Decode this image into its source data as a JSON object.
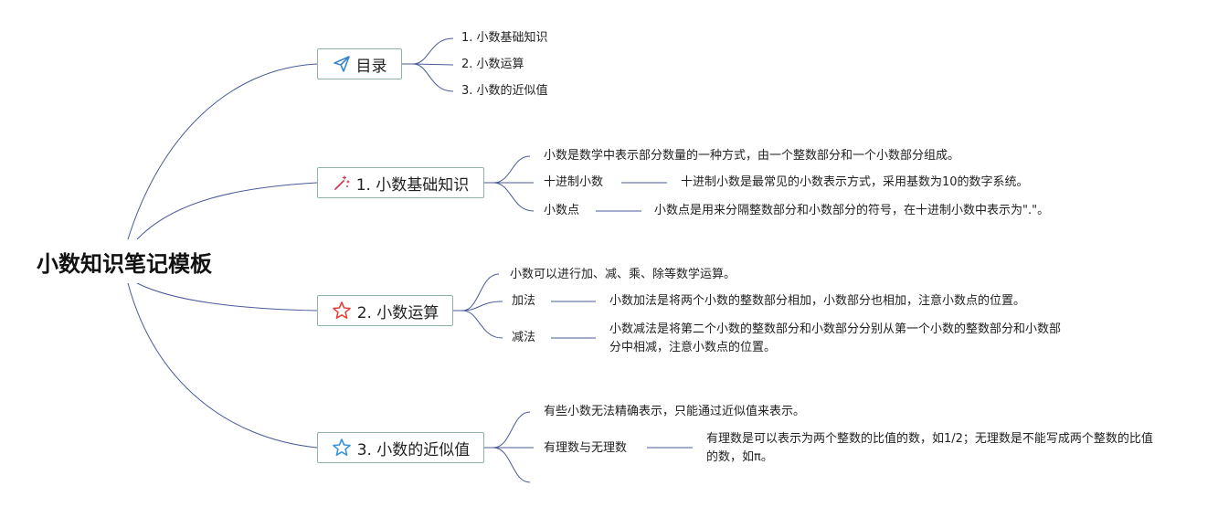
{
  "root": {
    "title": "小数知识笔记模板"
  },
  "branches": [
    {
      "label": "目录",
      "icon": "paper-plane-icon",
      "icon_color": "#3a86c8",
      "items": [
        "1. 小数基础知识",
        "2. 小数运算",
        "3. 小数的近似值"
      ]
    },
    {
      "label": "1. 小数基础知识",
      "icon": "magic-wand-icon",
      "icon_color": "#d23a5a",
      "intro": "小数是数学中表示部分数量的一种方式，由一个整数部分和一个小数部分组成。",
      "topics": [
        {
          "term": "十进制小数",
          "detail": "十进制小数是最常见的小数表示方式，采用基数为10的数字系统。"
        },
        {
          "term": "小数点",
          "detail": "小数点是用来分隔整数部分和小数部分的符号，在十进制小数中表示为\".\"。"
        }
      ]
    },
    {
      "label": "2. 小数运算",
      "icon": "star-outline-icon",
      "icon_color": "#e2443a",
      "intro": "小数可以进行加、减、乘、除等数学运算。",
      "topics": [
        {
          "term": "加法",
          "detail": "小数加法是将两个小数的整数部分相加，小数部分也相加，注意小数点的位置。"
        },
        {
          "term": "减法",
          "detail": "小数减法是将第二个小数的整数部分和小数部分分别从第一个小数的整数部分和小数部分中相减，注意小数点的位置。"
        }
      ]
    },
    {
      "label": "3. 小数的近似值",
      "icon": "star-outline-icon",
      "icon_color": "#3a96d8",
      "intro": "有些小数无法精确表示，只能通过近似值来表示。",
      "topics": [
        {
          "term": "有理数与无理数",
          "detail": "有理数是可以表示为两个整数的比值的数，如1/2；无理数是不能写成两个整数的比值的数，如π。"
        }
      ]
    }
  ]
}
